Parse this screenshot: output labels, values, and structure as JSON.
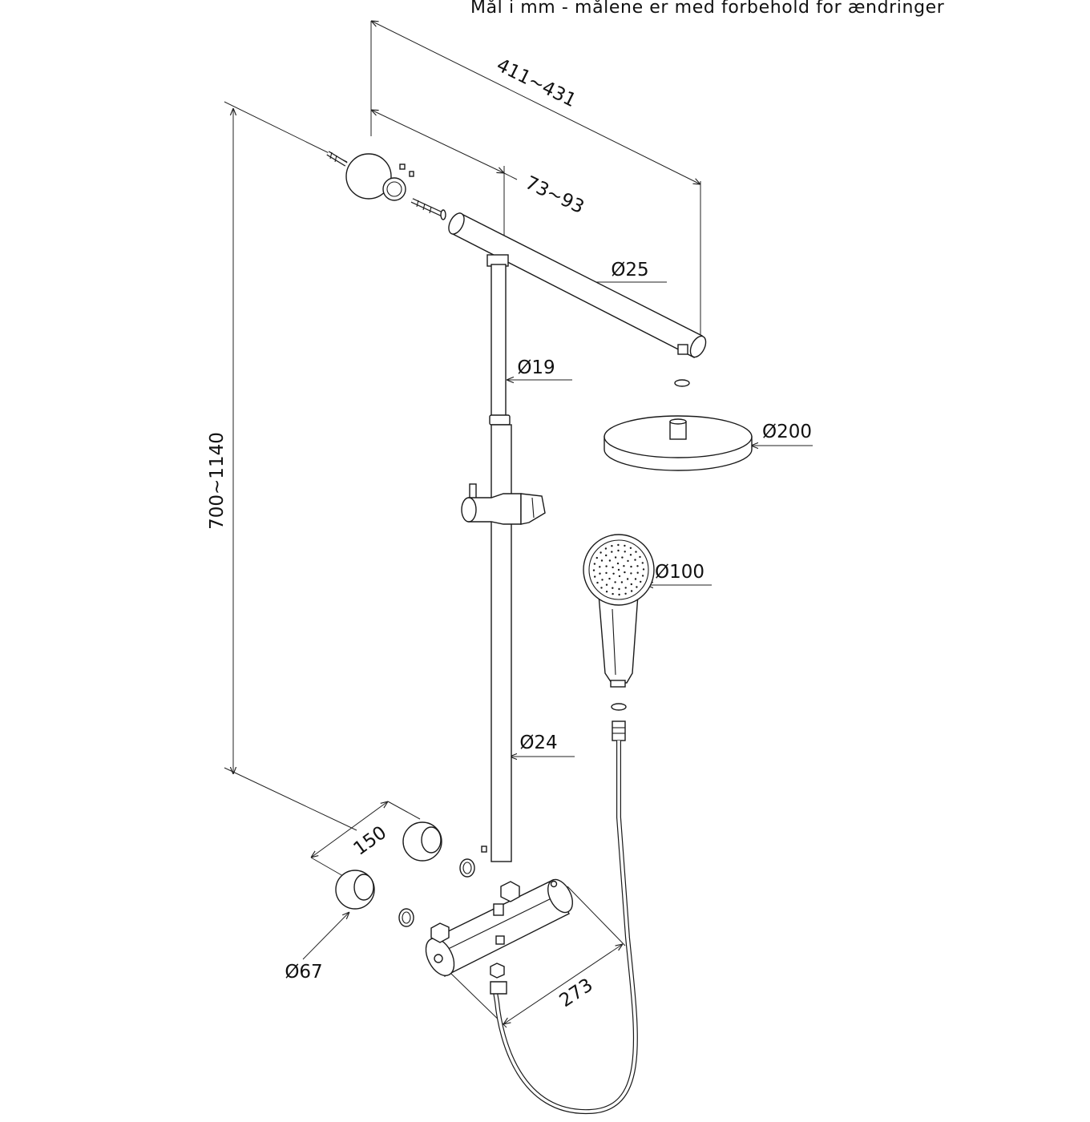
{
  "caption": "Mål i mm - målene er med forbehold for ændringer",
  "dimensions": {
    "arm_length": "411~431",
    "wall_offset": "73~93",
    "arm_diameter": "Ø25",
    "upper_rail_diameter": "Ø19",
    "head_shower_diameter": "Ø200",
    "hand_shower_diameter": "Ø100",
    "lower_rail_diameter": "Ø24",
    "height_range": "700~1140",
    "inlet_spacing": "150",
    "rosette_diameter": "Ø67",
    "mixer_length": "273"
  }
}
